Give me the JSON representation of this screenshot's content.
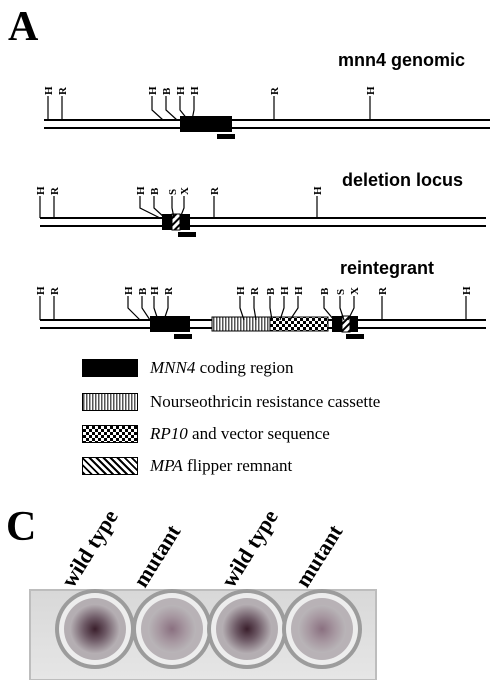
{
  "panel_a": {
    "letter": "A",
    "tracks": [
      {
        "title": "mnn4 genomic",
        "sites": [
          "H",
          "R",
          "H",
          "B",
          "H",
          "H",
          "R",
          "H"
        ]
      },
      {
        "title": "deletion locus",
        "sites": [
          "H",
          "R",
          "H",
          "B",
          "S",
          "X",
          "R",
          "H"
        ]
      },
      {
        "title": "reintegrant",
        "sites": [
          "H",
          "R",
          "H",
          "B",
          "H",
          "R",
          "H",
          "R",
          "B",
          "H",
          "H",
          "B",
          "S",
          "X",
          "R",
          "H"
        ]
      }
    ],
    "legend": [
      {
        "italic": "MNN4",
        "text": " coding region",
        "pattern": "solid"
      },
      {
        "italic": "",
        "text": "Nourseothricin resistance cassette",
        "pattern": "vertical"
      },
      {
        "italic": "RP10",
        "text": " and vector sequence",
        "pattern": "checker"
      },
      {
        "italic": "MPA",
        "text": " flipper remnant",
        "pattern": "diagonal"
      }
    ]
  },
  "panel_c": {
    "letter": "C",
    "wells": [
      {
        "label": "wild type",
        "spot": "dark"
      },
      {
        "label": "mutant",
        "spot": "faint"
      },
      {
        "label": "wild type",
        "spot": "dark"
      },
      {
        "label": "mutant",
        "spot": "faint"
      }
    ]
  }
}
